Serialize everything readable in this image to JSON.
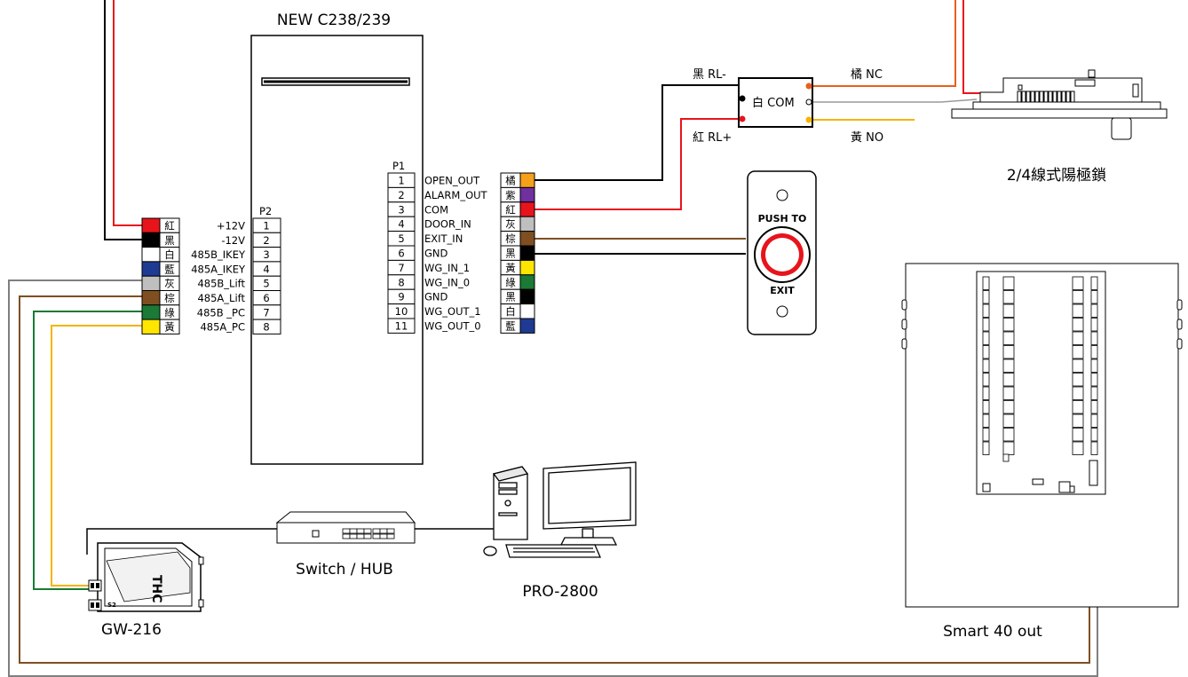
{
  "controller": {
    "title": "NEW C238/239",
    "p1_label": "P1",
    "p2_label": "P2",
    "p1_pins": [
      {
        "num": "1",
        "name": "OPEN_OUT",
        "color_char": "橘",
        "color": "#f5a01a"
      },
      {
        "num": "2",
        "name": "ALARM_OUT",
        "color_char": "紫",
        "color": "#7030a0"
      },
      {
        "num": "3",
        "name": "COM",
        "color_char": "紅",
        "color": "#e8141c"
      },
      {
        "num": "4",
        "name": "DOOR_IN",
        "color_char": "灰",
        "color": "#bfbfbf"
      },
      {
        "num": "5",
        "name": "EXIT_IN",
        "color_char": "棕",
        "color": "#7f4f21"
      },
      {
        "num": "6",
        "name": "GND",
        "color_char": "黑",
        "color": "#000000"
      },
      {
        "num": "7",
        "name": "WG_IN_1",
        "color_char": "黃",
        "color": "#ffe600"
      },
      {
        "num": "8",
        "name": "WG_IN_0",
        "color_char": "綠",
        "color": "#1a7a36"
      },
      {
        "num": "9",
        "name": "GND",
        "color_char": "黑",
        "color": "#000000"
      },
      {
        "num": "10",
        "name": "WG_OUT_1",
        "color_char": "白",
        "color": "#ffffff"
      },
      {
        "num": "11",
        "name": "WG_OUT_0",
        "color_char": "藍",
        "color": "#1f3a93"
      }
    ],
    "p2_pins": [
      {
        "num": "1",
        "name": "+12V",
        "color_char": "紅",
        "color": "#e8141c"
      },
      {
        "num": "2",
        "name": "-12V",
        "color_char": "黑",
        "color": "#000000"
      },
      {
        "num": "3",
        "name": "485B_IKEY",
        "color_char": "白",
        "color": "#ffffff"
      },
      {
        "num": "4",
        "name": "485A_IKEY",
        "color_char": "藍",
        "color": "#1f3a93"
      },
      {
        "num": "5",
        "name": "485B_Lift",
        "color_char": "灰",
        "color": "#bfbfbf"
      },
      {
        "num": "6",
        "name": "485A_Lift",
        "color_char": "棕",
        "color": "#7f4f21"
      },
      {
        "num": "7",
        "name": "485B _PC",
        "color_char": "綠",
        "color": "#1a7a36"
      },
      {
        "num": "8",
        "name": "485A_PC",
        "color_char": "黃",
        "color": "#ffe600"
      }
    ]
  },
  "relay": {
    "rl_minus": "黑 RL-",
    "rl_plus": "紅 RL+",
    "com": "白 COM",
    "nc": "橘 NC",
    "no": "黃 NO"
  },
  "lock": {
    "label": "2/4線式陽極鎖"
  },
  "exit_button": {
    "top_text": "PUSH TO",
    "bottom_text": "EXIT"
  },
  "devices": {
    "switch_label": "Switch / HUB",
    "pc_label": "PRO-2800",
    "gateway_label": "GW-216",
    "gateway_brand": "THC",
    "smart_label": "Smart 40 out"
  },
  "wire_colors": {
    "red": "#e8141c",
    "black": "#000000",
    "orange": "#e8601c",
    "yellow": "#f5b400",
    "brown": "#7f4f21",
    "gray": "#7f7f7f",
    "green": "#1a7a36"
  }
}
